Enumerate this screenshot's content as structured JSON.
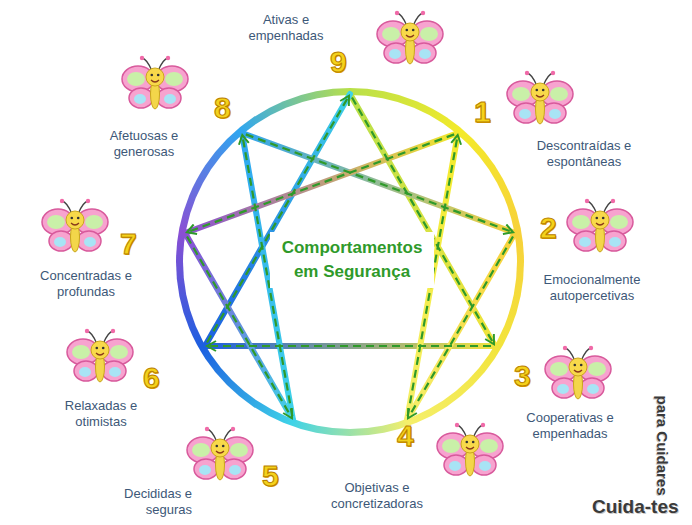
{
  "diagram": {
    "title": "Comportamentos em Segurança",
    "nodes": [
      {
        "text": [
          "1",
          "Descontraídas e espontâneas"
        ]
      },
      {
        "text": [
          "2",
          "Emocionalmente autopercetivas"
        ]
      },
      {
        "text": [
          "3",
          "Cooperativas e empenhadas"
        ]
      },
      {
        "text": [
          "4",
          "Objetivas e concretizadoras"
        ]
      },
      {
        "text": [
          "5",
          "Decididas e seguras"
        ]
      },
      {
        "text": [
          "6",
          "Relaxadas e otimistas"
        ]
      },
      {
        "text": [
          "7",
          "Concentradas e profundas"
        ]
      },
      {
        "text": [
          "8",
          "Afetuosas e generosas"
        ]
      },
      {
        "text": [
          "9",
          "Ativas e empenhadas"
        ]
      }
    ],
    "edges": [
      {
        "from": 0,
        "to": 6,
        "arrow": "to"
      },
      {
        "from": 6,
        "to": 4,
        "arrow": "to"
      },
      {
        "from": 4,
        "to": 7,
        "arrow": "to"
      },
      {
        "from": 7,
        "to": 1,
        "arrow": "to"
      },
      {
        "from": 1,
        "to": 3,
        "arrow": "to"
      },
      {
        "from": 3,
        "to": 0,
        "arrow": "to"
      },
      {
        "from": 8,
        "to": 2,
        "arrow": "to"
      },
      {
        "from": 2,
        "to": 5,
        "arrow": "to"
      },
      {
        "from": 5,
        "to": 8,
        "arrow": "to"
      }
    ],
    "labels": [
      "para Cuidares",
      "Cuida-tes"
    ]
  }
}
